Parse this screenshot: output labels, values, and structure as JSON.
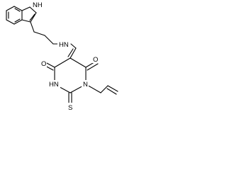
{
  "molecule": {
    "labels": {
      "indole_nh": "NH",
      "amine_hn": "HN",
      "ring_hn": "HN",
      "ring_n": "N",
      "o_upper": "O",
      "o_left": "O",
      "s": "S"
    }
  }
}
